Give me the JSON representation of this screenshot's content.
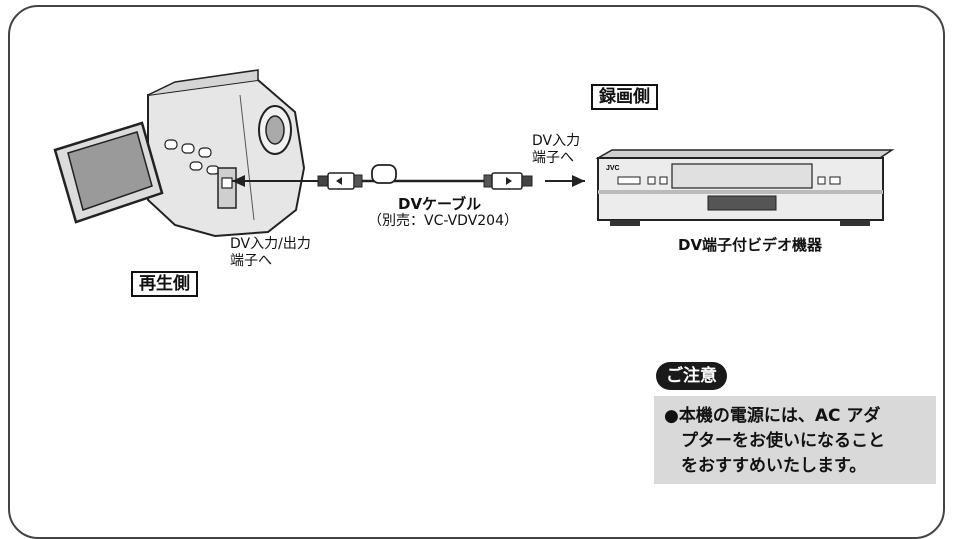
{
  "labels": {
    "recording_side": "録画側",
    "playback_side": "再生側",
    "dv_in_line1": "DV入力",
    "dv_in_line2": "端子へ",
    "dv_inout_line1": "DV入力/出力",
    "dv_inout_line2": "端子へ",
    "cable_name": "DVケーブル",
    "cable_sold": "（別売：VC-VDV204）",
    "device_caption": "DV端子付ビデオ機器",
    "deck_brand": "JVC",
    "caution_title": "ご注意"
  },
  "note": {
    "lines": [
      "●本機の電源には、AC アダ",
      "　プターをお使いになること",
      "　をおすすめいたします。"
    ]
  }
}
